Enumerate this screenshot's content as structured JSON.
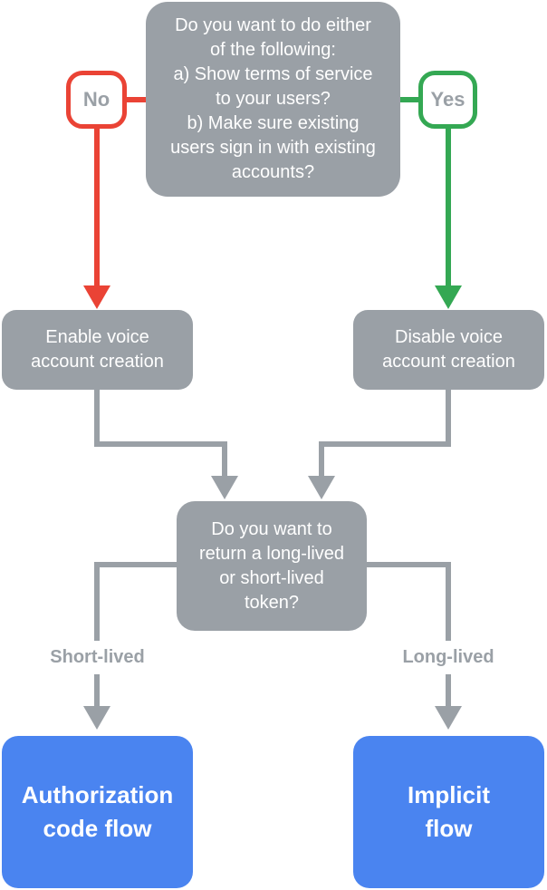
{
  "colors": {
    "node_gray": "#9AA0A6",
    "connector_gray": "#9AA0A6",
    "branch_no_red": "#EA4335",
    "branch_yes_green": "#34A853",
    "terminal_blue": "#4A84F0",
    "badge_text_gray": "#9AA0A6",
    "node_text_white": "#FFFFFF",
    "background": "#FFFFFF"
  },
  "nodes": {
    "top_question": {
      "lines": [
        "Do you want to do either",
        "of the following:",
        "a) Show terms of service",
        "to your users?",
        "b) Make sure existing",
        "users sign in with existing",
        "accounts?"
      ]
    },
    "no_badge": {
      "label": "No"
    },
    "yes_badge": {
      "label": "Yes"
    },
    "enable_voice": {
      "lines": [
        "Enable voice",
        "account creation"
      ]
    },
    "disable_voice": {
      "lines": [
        "Disable voice",
        "account creation"
      ]
    },
    "token_question": {
      "lines": [
        "Do you want to",
        "return a long-lived",
        "or short-lived",
        "token?"
      ]
    },
    "short_lived_label": {
      "label": "Short-lived"
    },
    "long_lived_label": {
      "label": "Long-lived"
    },
    "authorization_code": {
      "lines": [
        "Authorization",
        "code flow"
      ]
    },
    "implicit": {
      "lines": [
        "Implicit",
        "flow"
      ]
    }
  },
  "edges": [
    {
      "from": "top_question",
      "to": "enable_voice",
      "label": "No",
      "color": "#EA4335"
    },
    {
      "from": "top_question",
      "to": "disable_voice",
      "label": "Yes",
      "color": "#34A853"
    },
    {
      "from": "enable_voice",
      "to": "token_question",
      "label": "",
      "color": "#9AA0A6"
    },
    {
      "from": "disable_voice",
      "to": "token_question",
      "label": "",
      "color": "#9AA0A6"
    },
    {
      "from": "token_question",
      "to": "authorization_code",
      "label": "Short-lived",
      "color": "#9AA0A6"
    },
    {
      "from": "token_question",
      "to": "implicit",
      "label": "Long-lived",
      "color": "#9AA0A6"
    }
  ]
}
